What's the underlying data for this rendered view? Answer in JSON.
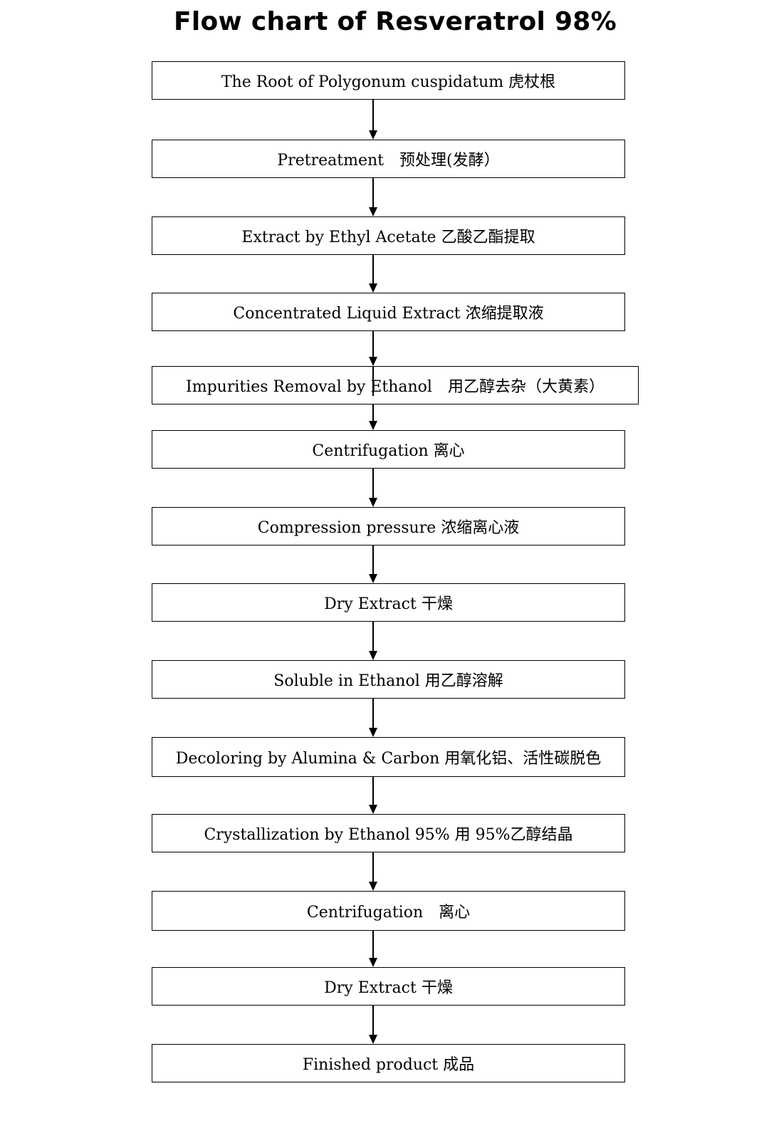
{
  "title": "Flow chart of Resveratrol 98%",
  "steps": [
    {
      "text": "The Root of Polygonum cuspidatum 虎杖根"
    },
    {
      "text": "Pretreatment　预处理(发酵）"
    },
    {
      "text": "Extract by Ethyl Acetate 乙酸乙酯提取"
    },
    {
      "text": "Concentrated Liquid Extract 浓缩提取液"
    },
    {
      "text": "Impurities Removal by Ethanol　用乙醇去杂（大黄素）"
    },
    {
      "text": "Centrifugation 离心"
    },
    {
      "text": "Compression pressure 浓缩离心液"
    },
    {
      "text": "Dry Extract 干燥"
    },
    {
      "text": "Soluble in Ethanol 用乙醇溶解"
    },
    {
      "text": "Decoloring by Alumina & Carbon 用氧化铝、活性碳脱色"
    },
    {
      "text": "Crystallization by Ethanol 95% 用 95%乙醇结晶"
    },
    {
      "text": "Centrifugation　离心"
    },
    {
      "text": "Dry Extract 干燥"
    },
    {
      "text": "Finished product 成品"
    }
  ]
}
